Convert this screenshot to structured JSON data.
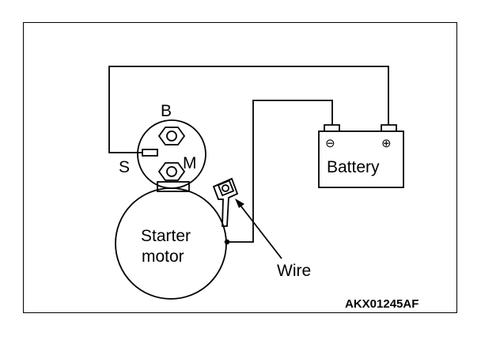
{
  "diagram": {
    "labels": {
      "terminal_b": "B",
      "terminal_s": "S",
      "terminal_m": "M",
      "starter_line1": "Starter",
      "starter_line2": "motor",
      "battery": "Battery",
      "battery_negative": "⊖",
      "battery_positive": "⊕",
      "wire": "Wire",
      "figure_code": "AKX01245AF"
    },
    "colors": {
      "line": "#000000",
      "background": "#ffffff"
    }
  }
}
